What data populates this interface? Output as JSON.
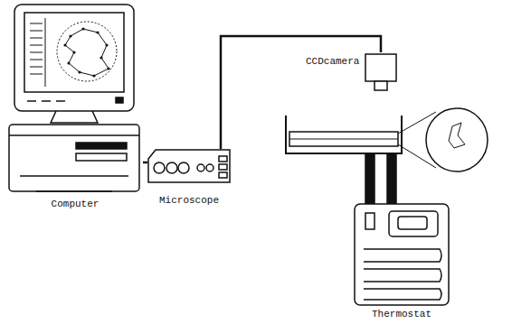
{
  "diagram": {
    "nodes": [
      {
        "text": [
          "Computer"
        ]
      },
      {
        "text": [
          "Microscope"
        ]
      },
      {
        "text": [
          "CCDcamera"
        ]
      },
      {
        "text": [
          "Thermostat"
        ]
      }
    ],
    "edges": [
      {
        "from": 0,
        "to": 1,
        "arrow": "none"
      },
      {
        "from": 1,
        "to": 2,
        "arrow": "none"
      }
    ]
  }
}
